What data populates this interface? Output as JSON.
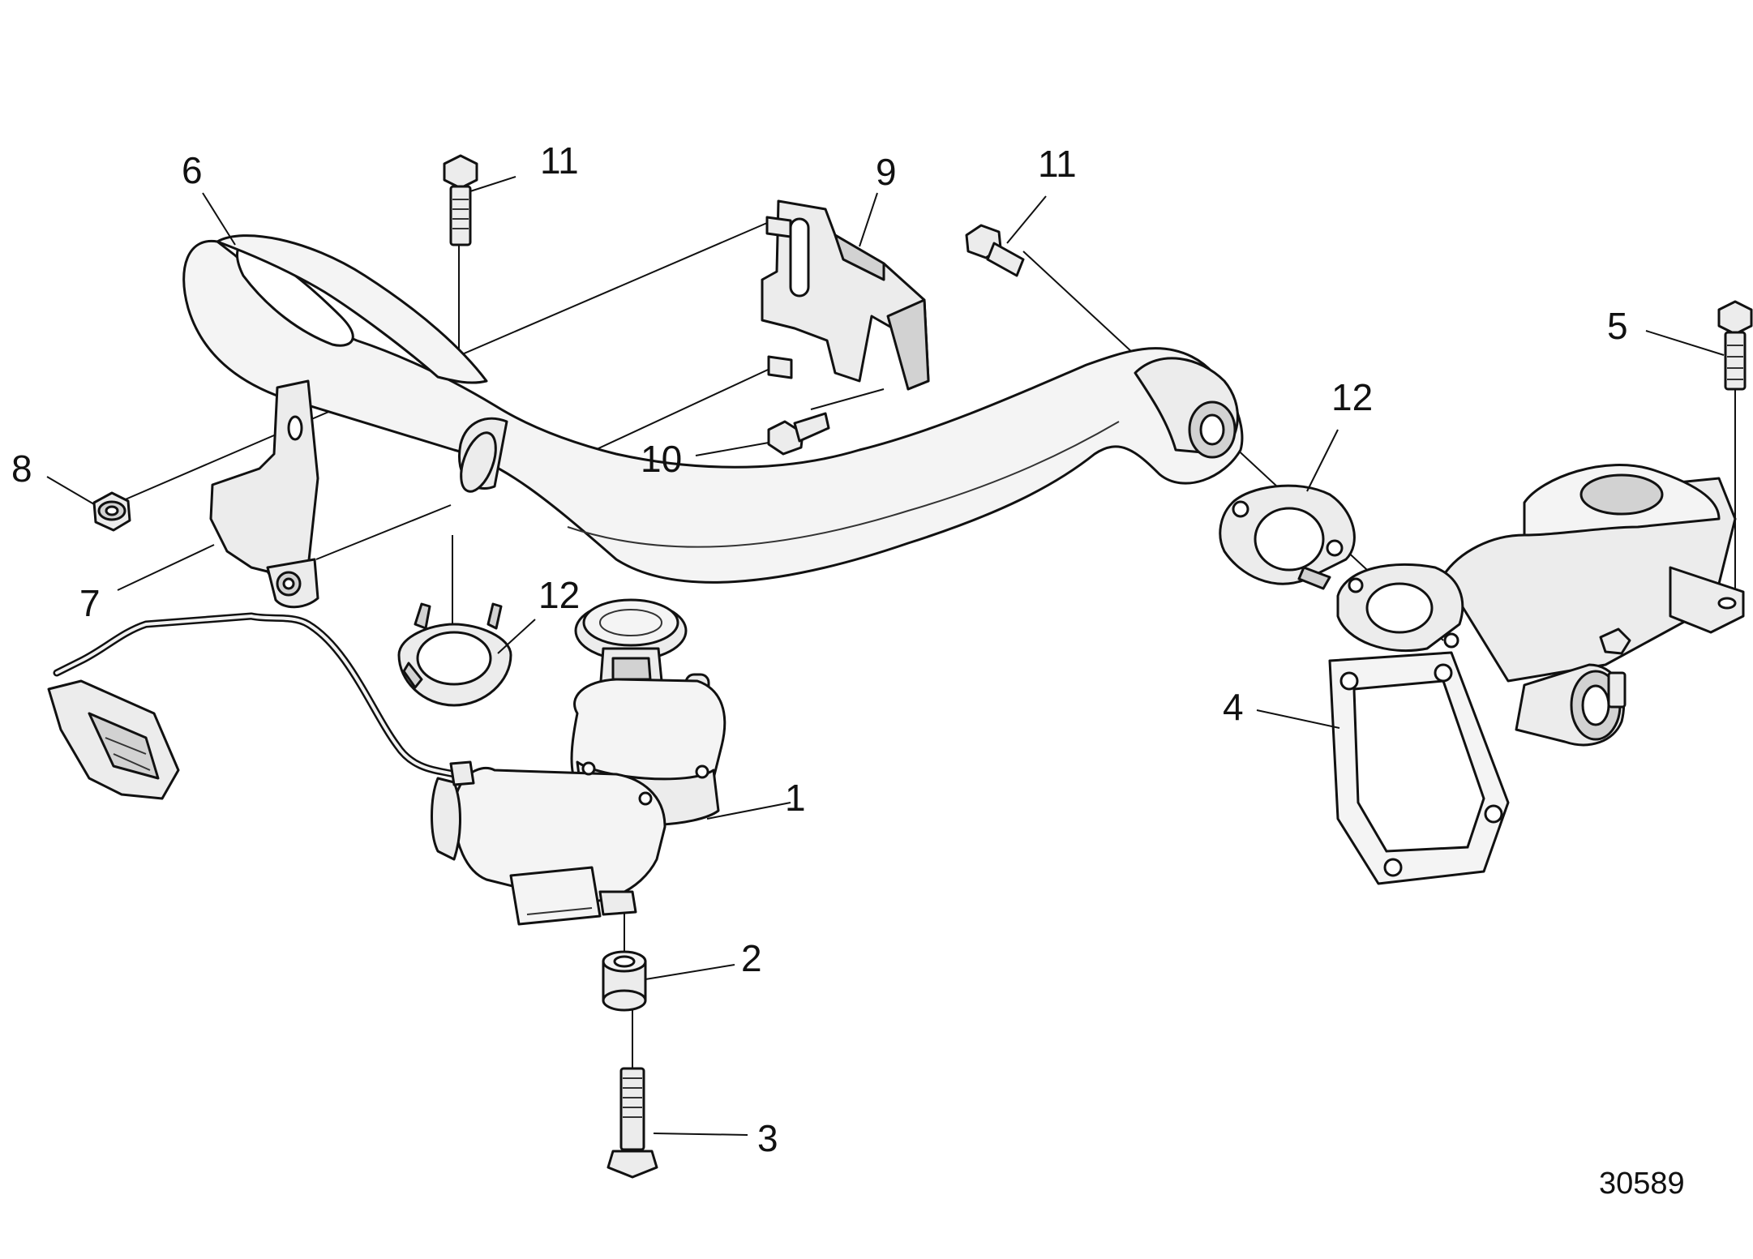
{
  "callouts": {
    "c1": "1",
    "c2": "2",
    "c3": "3",
    "c4": "4",
    "c5": "5",
    "c6": "6",
    "c7": "7",
    "c8": "8",
    "c9": "9",
    "c10": "10",
    "c11_left": "11",
    "c11_right": "11",
    "c12_top": "12",
    "c12_bottom": "12"
  },
  "figure_number": "30589"
}
